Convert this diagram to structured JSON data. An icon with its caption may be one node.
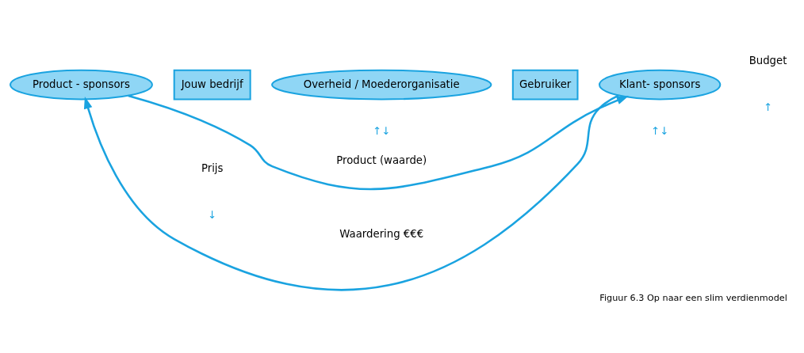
{
  "diagram": {
    "caption": "Figuur 6.3 Op naar een slim verdienmodel",
    "nodes": [
      {
        "text": [
          "Product - sponsors"
        ]
      },
      {
        "text": [
          "Jouw bedrijf"
        ]
      },
      {
        "text": [
          "Overheid / Moederorganisatie"
        ]
      },
      {
        "text": [
          "Gebruiker"
        ]
      },
      {
        "text": [
          "Klant- sponsors"
        ]
      }
    ],
    "edges": [
      {
        "from": 0,
        "to": 4,
        "arrow": "to",
        "label": "Product (waarde)"
      },
      {
        "from": 4,
        "to": 0,
        "arrow": "to",
        "label": "Waardering €€€"
      }
    ],
    "labels": [
      "Prijs",
      "↓",
      "Budget",
      "↑",
      "↑↓",
      "↑↓"
    ]
  }
}
